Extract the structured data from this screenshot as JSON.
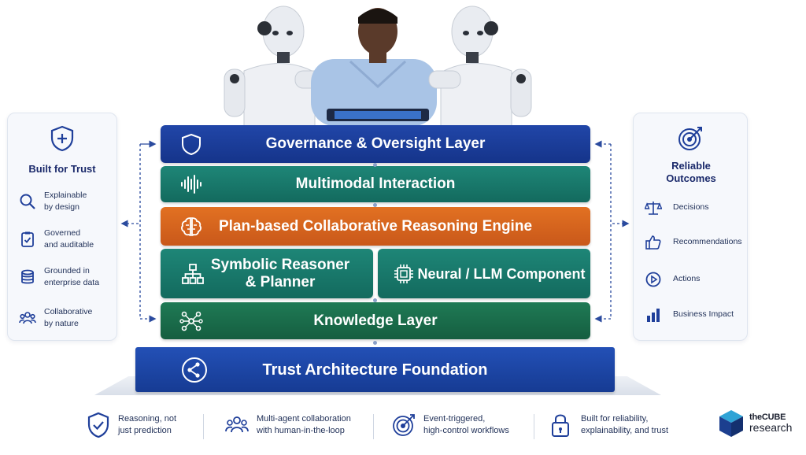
{
  "left_panel": {
    "title": "Built for Trust",
    "items": [
      {
        "icon": "magnifier-icon",
        "line1": "Explainable",
        "line2": "by design"
      },
      {
        "icon": "clipboard-check-icon",
        "line1": "Governed",
        "line2": "and auditable"
      },
      {
        "icon": "database-icon",
        "line1": "Grounded in",
        "line2": "enterprise data"
      },
      {
        "icon": "people-group-icon",
        "line1": "Collaborative",
        "line2": "by nature"
      }
    ]
  },
  "right_panel": {
    "title": "Reliable Outcomes",
    "items": [
      {
        "icon": "scales-icon",
        "label": "Decisions"
      },
      {
        "icon": "thumbs-up-icon",
        "label": "Recommendations"
      },
      {
        "icon": "play-circle-icon",
        "label": "Actions"
      },
      {
        "icon": "bar-chart-icon",
        "label": "Business Impact"
      }
    ]
  },
  "layers": {
    "governance": "Governance & Oversight Layer",
    "multimodal": "Multimodal Interaction",
    "reasoning": "Plan-based Collaborative Reasoning Engine",
    "symbolic_line1": "Symbolic Reasoner",
    "symbolic_line2": "& Planner",
    "neural": "Neural / LLM Component",
    "knowledge": "Knowledge Layer",
    "foundation": "Trust Architecture Foundation"
  },
  "features": [
    {
      "icon": "shield-check-icon",
      "line1": "Reasoning, not",
      "line2": "just prediction"
    },
    {
      "icon": "team-icon",
      "line1": "Multi-agent collaboration",
      "line2": "with human-in-the-loop"
    },
    {
      "icon": "target-icon",
      "line1": "Event-triggered,",
      "line2": "high-control workflows"
    },
    {
      "icon": "padlock-icon",
      "line1": "Built for reliability,",
      "line2": "explainability, and trust"
    }
  ],
  "brand": {
    "line1": "theCUBE",
    "line2": "research"
  },
  "colors": {
    "governance": "#1b3f9e",
    "multimodal": "#197a6c",
    "reasoning": "#d9641e",
    "knowledge": "#1a6c4b",
    "foundation": "#1c46a5",
    "text_dark": "#1b2a5a",
    "icon_blue": "#1f3f9a"
  }
}
